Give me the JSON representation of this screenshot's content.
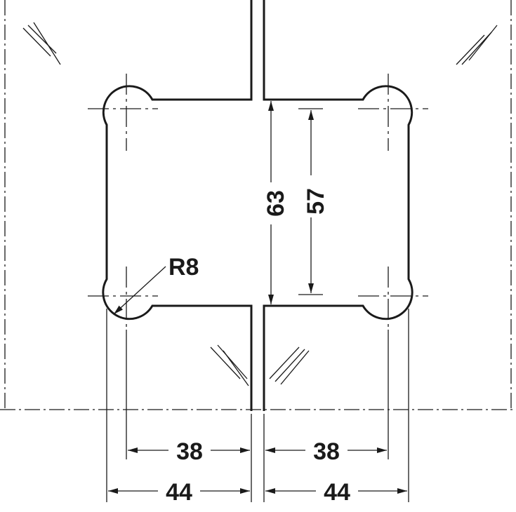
{
  "drawing": {
    "radius_label": "R8",
    "height_outer": "63",
    "height_inner": "57",
    "left_width_inner": "38",
    "left_width_outer": "44",
    "right_width_inner": "38",
    "right_width_outer": "44"
  },
  "colors": {
    "line": "#1a1a1a",
    "background": "#ffffff"
  }
}
